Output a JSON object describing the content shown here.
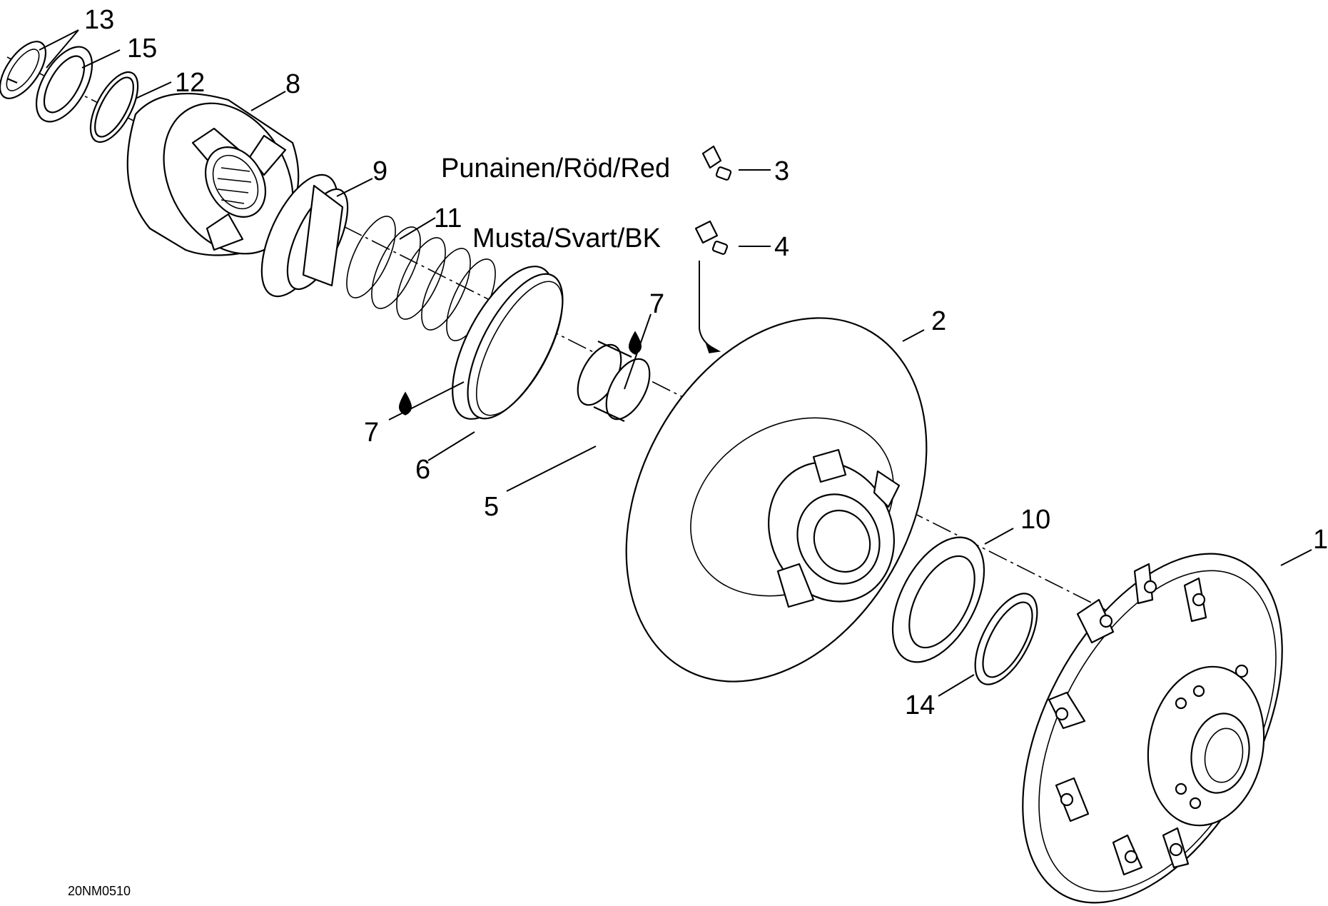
{
  "callouts": [
    {
      "id": "c1",
      "text": "1"
    },
    {
      "id": "c2",
      "text": "2"
    },
    {
      "id": "c3",
      "text": "3"
    },
    {
      "id": "c4",
      "text": "4"
    },
    {
      "id": "c5",
      "text": "5"
    },
    {
      "id": "c6",
      "text": "6"
    },
    {
      "id": "c7a",
      "text": "7"
    },
    {
      "id": "c7b",
      "text": "7"
    },
    {
      "id": "c8",
      "text": "8"
    },
    {
      "id": "c9",
      "text": "9"
    },
    {
      "id": "c10",
      "text": "10"
    },
    {
      "id": "c11",
      "text": "11"
    },
    {
      "id": "c12",
      "text": "12"
    },
    {
      "id": "c13",
      "text": "13"
    },
    {
      "id": "c14",
      "text": "14"
    },
    {
      "id": "c15",
      "text": "15"
    }
  ],
  "color_labels": {
    "red": "Punainen/Röd/Red",
    "black": "Musta/Svart/BK"
  },
  "drawing_code": "20NM0510",
  "icons": {
    "lubricant": "oil-drop-icon",
    "weight": "weight-block-icon"
  }
}
